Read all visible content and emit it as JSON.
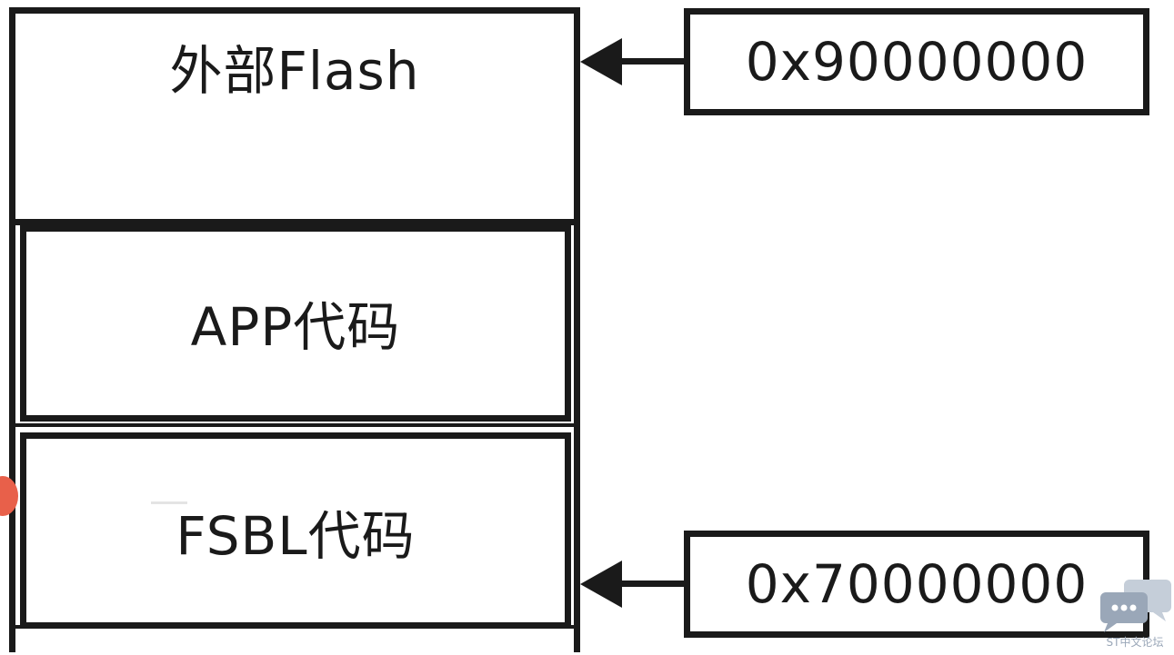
{
  "regions": {
    "flash_label": "外部Flash",
    "app_label": "APP代码",
    "fsbl_label": "FSBL代码"
  },
  "addresses": {
    "top": "0x90000000",
    "bottom": "0x70000000"
  },
  "watermark": {
    "text": "ST中文论坛"
  },
  "colors": {
    "stroke": "#1a1a1a",
    "dot": "#e8604a",
    "watermark": "#9aa7b8"
  }
}
